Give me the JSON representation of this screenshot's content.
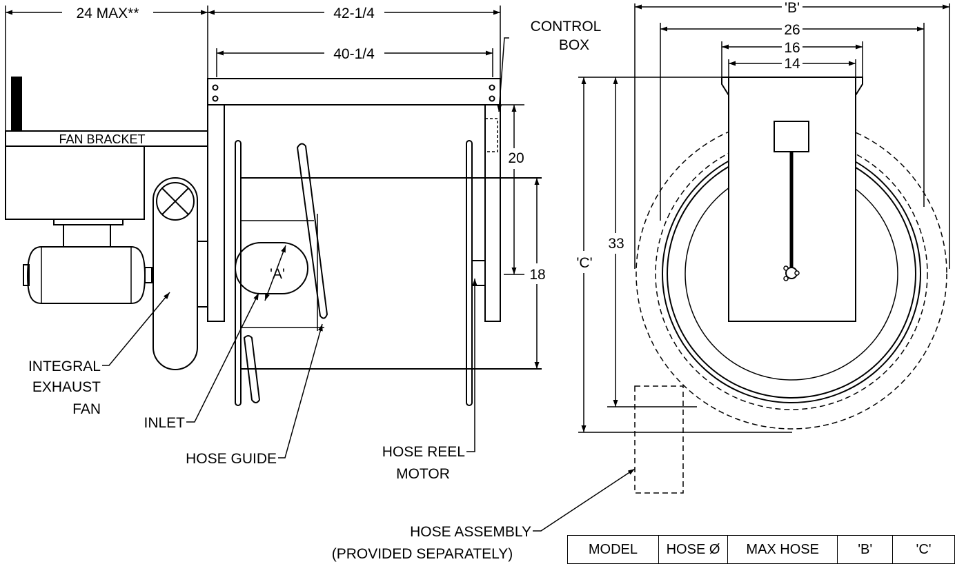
{
  "dimensions": {
    "fan_max": "24 MAX**",
    "overall_length": "42-1/4",
    "inner_length": "40-1/4",
    "height_20": "20",
    "height_18": "18",
    "height_33": "33",
    "c_label": "'C'",
    "b_label": "'B'",
    "width_26": "26",
    "width_16": "16",
    "width_14": "14",
    "inlet_a": "'A'"
  },
  "labels": {
    "control_box_1": "CONTROL",
    "control_box_2": "BOX",
    "fan_bracket": "FAN BRACKET",
    "integral_1": "INTEGRAL",
    "integral_2": "EXHAUST",
    "integral_3": "FAN",
    "inlet": "INLET",
    "hose_guide": "HOSE GUIDE",
    "hose_reel_1": "HOSE REEL",
    "hose_reel_2": "MOTOR",
    "hose_assembly_1": "HOSE ASSEMBLY",
    "hose_assembly_2": "(PROVIDED SEPARATELY)"
  },
  "table": {
    "headers": [
      "MODEL",
      "HOSE Ø",
      "MAX HOSE",
      "'B'",
      "'C'"
    ]
  }
}
